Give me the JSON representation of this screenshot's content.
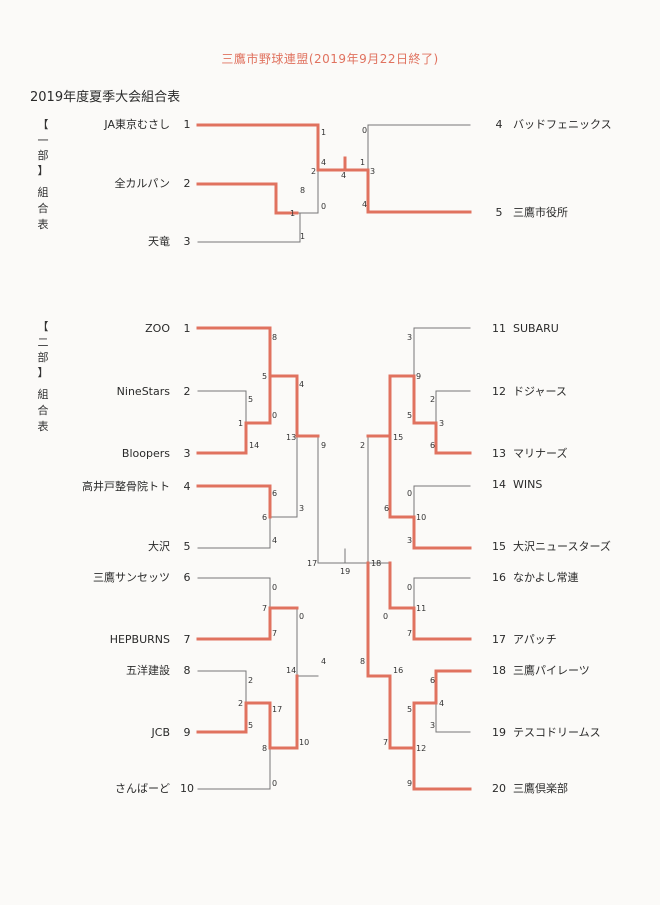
{
  "header": {
    "title": "三鷹市野球連盟(2019年9月22日終了)",
    "subtitle": "2019年度夏季大会組合表"
  },
  "division1": {
    "label_chars": [
      "【",
      "一",
      "部",
      "】",
      "組",
      "合",
      "表"
    ],
    "teams": [
      {
        "seed": "1",
        "name": "JA東京むさし"
      },
      {
        "seed": "2",
        "name": "全カルパン"
      },
      {
        "seed": "3",
        "name": "天竜"
      },
      {
        "seed": "4",
        "name": "バッドフェニックス"
      },
      {
        "seed": "5",
        "name": "三鷹市役所"
      }
    ],
    "scores": [
      "1",
      "4",
      "2",
      "4",
      "8",
      "0",
      "1",
      "1",
      "0",
      "1",
      "3",
      "4"
    ]
  },
  "division2": {
    "label_chars": [
      "【",
      "二",
      "部",
      "】",
      "組",
      "合",
      "表"
    ],
    "teams": [
      {
        "seed": "1",
        "name": "ZOO"
      },
      {
        "seed": "2",
        "name": "NineStars"
      },
      {
        "seed": "3",
        "name": "Bloopers"
      },
      {
        "seed": "4",
        "name": "高井戸整骨院トト"
      },
      {
        "seed": "5",
        "name": "大沢"
      },
      {
        "seed": "6",
        "name": "三鷹サンセッツ"
      },
      {
        "seed": "7",
        "name": "HEPBURNS"
      },
      {
        "seed": "8",
        "name": "五洋建設"
      },
      {
        "seed": "9",
        "name": "JCB"
      },
      {
        "seed": "10",
        "name": "さんばーど"
      },
      {
        "seed": "11",
        "name": "SUBARU"
      },
      {
        "seed": "12",
        "name": "ドジャース"
      },
      {
        "seed": "13",
        "name": "マリナーズ"
      },
      {
        "seed": "14",
        "name": "WINS"
      },
      {
        "seed": "15",
        "name": "大沢ニュースターズ"
      },
      {
        "seed": "16",
        "name": "なかよし常連"
      },
      {
        "seed": "17",
        "name": "アパッチ"
      },
      {
        "seed": "18",
        "name": "三鷹パイレーツ"
      },
      {
        "seed": "19",
        "name": "テスコドリームス"
      },
      {
        "seed": "20",
        "name": "三鷹倶楽部"
      }
    ],
    "scores": [
      "8",
      "5",
      "4",
      "5",
      "0",
      "1",
      "14",
      "13",
      "9",
      "6",
      "6",
      "3",
      "4",
      "17",
      "19",
      "18",
      "0",
      "7",
      "7",
      "0",
      "4",
      "14",
      "2",
      "2",
      "17",
      "5",
      "8",
      "10",
      "0",
      "3",
      "9",
      "2",
      "5",
      "3",
      "6",
      "15",
      "2",
      "0",
      "10",
      "6",
      "3",
      "0",
      "11",
      "7",
      "0",
      "6",
      "4",
      "3",
      "8",
      "16",
      "5",
      "12",
      "7",
      "9"
    ]
  }
}
